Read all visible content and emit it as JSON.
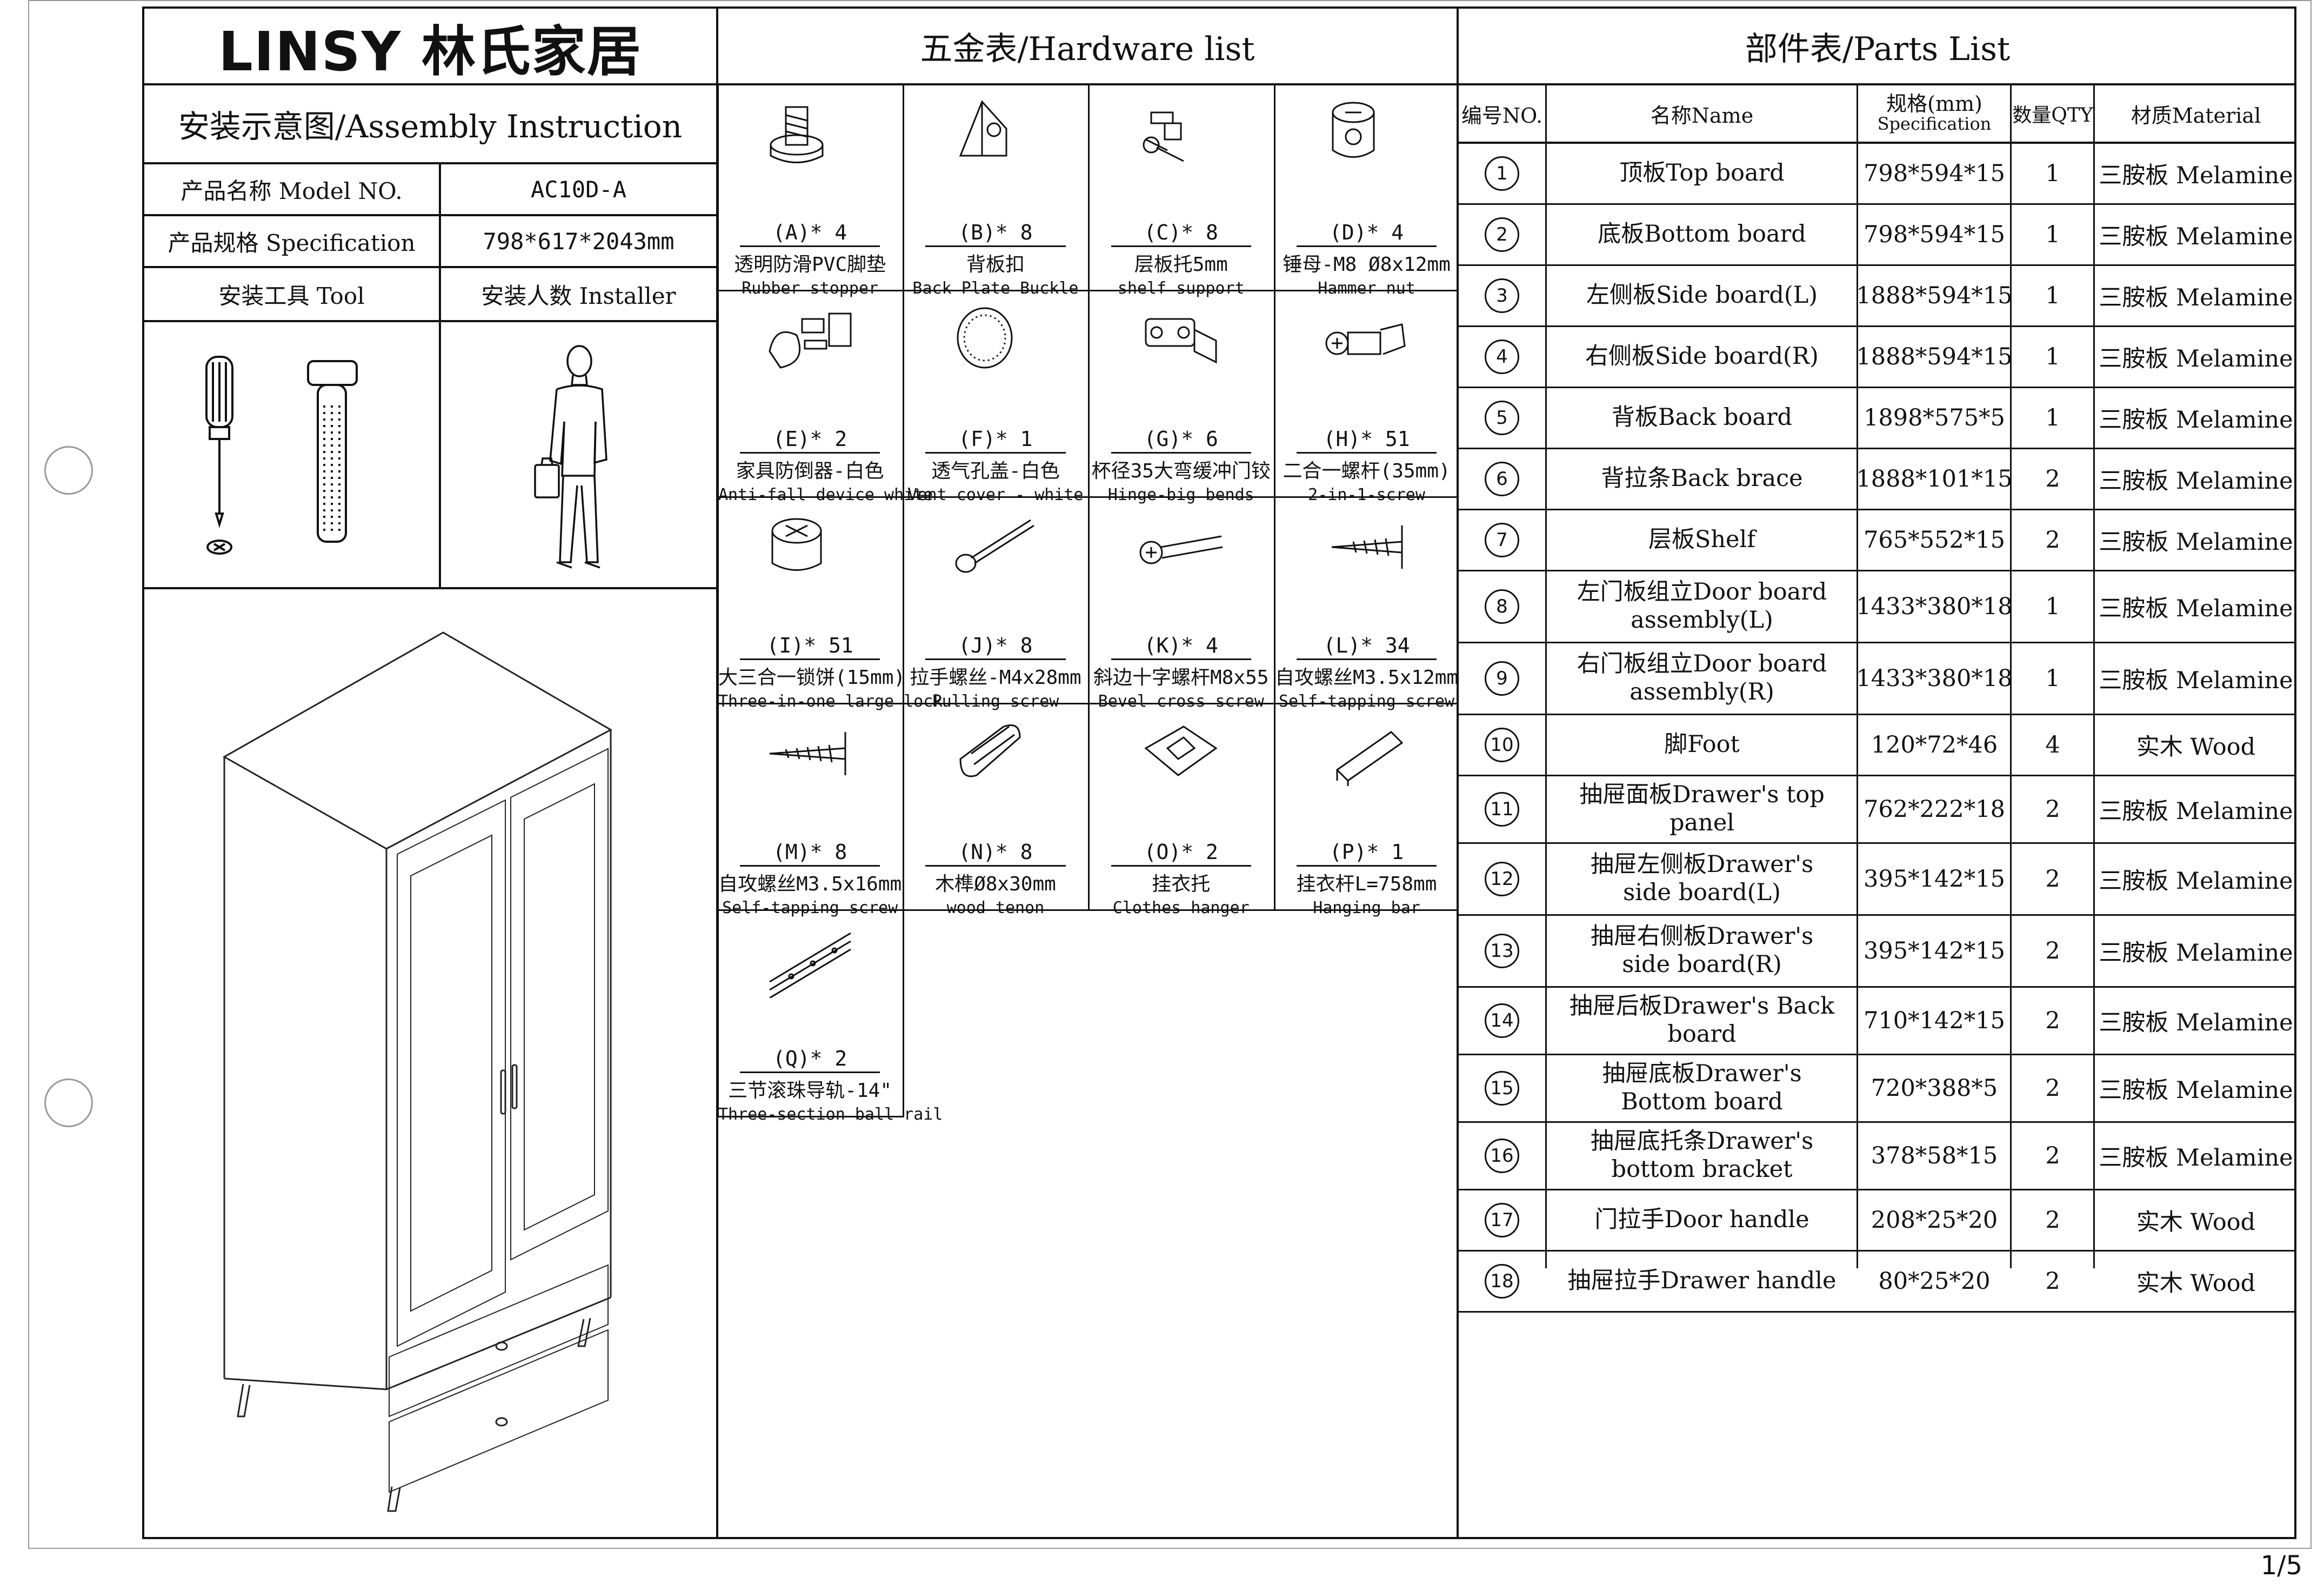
{
  "brand": {
    "logo_text": "LINSY 林氏家居"
  },
  "left": {
    "assembly_title": "安装示意图/Assembly Instruction",
    "model_label": "产品名称 Model NO.",
    "model_value": "AC10D-A",
    "spec_label": "产品规格 Specification",
    "spec_value": "798*617*2043mm",
    "tool_label": "安装工具 Tool",
    "installer_label": "安装人数 Installer"
  },
  "hardware": {
    "title": "五金表/Hardware list",
    "items": [
      {
        "code": "(A)* 4",
        "cn": "透明防滑PVC脚垫",
        "en": "Rubber stopper",
        "icon": "rubber-stopper-icon"
      },
      {
        "code": "(B)* 8",
        "cn": "背板扣",
        "en": "Back Plate Buckle",
        "icon": "back-plate-buckle-icon"
      },
      {
        "code": "(C)* 8",
        "cn": "层板托5mm",
        "en": "shelf support",
        "icon": "shelf-support-icon"
      },
      {
        "code": "(D)* 4",
        "cn": "锤母-M8 Ø8x12mm",
        "en": "Hammer nut",
        "icon": "hammer-nut-icon"
      },
      {
        "code": "(E)* 2",
        "cn": "家具防倒器-白色",
        "en": "Anti-fall device white",
        "icon": "anti-fall-device-icon"
      },
      {
        "code": "(F)* 1",
        "cn": "透气孔盖-白色",
        "en": "Vent cover - white",
        "icon": "vent-cover-icon"
      },
      {
        "code": "(G)* 6",
        "cn": "杯径35大弯缓冲门铰",
        "en": "Hinge-big bends",
        "icon": "hinge-icon"
      },
      {
        "code": "(H)* 51",
        "cn": "二合一螺杆(35mm)",
        "en": "2-in-1-screw",
        "icon": "two-in-one-screw-icon"
      },
      {
        "code": "(I)* 51",
        "cn": "大三合一锁饼(15mm)",
        "en": "Three-in-one large lock",
        "icon": "cam-lock-icon"
      },
      {
        "code": "(J)* 8",
        "cn": "拉手螺丝-M4x28mm",
        "en": "Pulling screw",
        "icon": "pulling-screw-icon"
      },
      {
        "code": "(K)* 4",
        "cn": "斜边十字螺杆M8x55",
        "en": "Bevel cross screw",
        "icon": "bevel-cross-screw-icon"
      },
      {
        "code": "(L)* 34",
        "cn": "自攻螺丝M3.5x12mm",
        "en": "Self-tapping screw",
        "icon": "self-tapping-screw-icon"
      },
      {
        "code": "(M)* 8",
        "cn": "自攻螺丝M3.5x16mm",
        "en": "Self-tapping screw",
        "icon": "self-tapping-screw-long-icon"
      },
      {
        "code": "(N)* 8",
        "cn": "木榫Ø8x30mm",
        "en": "wood tenon",
        "icon": "wood-dowel-icon"
      },
      {
        "code": "(O)* 2",
        "cn": "挂衣托",
        "en": "Clothes hanger",
        "icon": "clothes-hanger-bracket-icon"
      },
      {
        "code": "(P)* 1",
        "cn": "挂衣杆L=758mm",
        "en": "Hanging bar",
        "icon": "hanging-bar-icon"
      },
      {
        "code": "(Q)* 2",
        "cn": "三节滚珠导轨-14\"",
        "en": "Three-section ball rail",
        "icon": "ball-rail-icon"
      }
    ]
  },
  "parts": {
    "title": "部件表/Parts List",
    "headers": {
      "no": "编号NO.",
      "name": "名称Name",
      "spec_cn": "规格(mm)",
      "spec_en": "Specification",
      "qty": "数量QTY",
      "material": "材质Material"
    },
    "rows": [
      {
        "no": "1",
        "name": "顶板Top board",
        "spec": "798*594*15",
        "qty": "1",
        "material": "三胺板 Melamine"
      },
      {
        "no": "2",
        "name": "底板Bottom board",
        "spec": "798*594*15",
        "qty": "1",
        "material": "三胺板 Melamine"
      },
      {
        "no": "3",
        "name": "左侧板Side board(L)",
        "spec": "1888*594*15",
        "qty": "1",
        "material": "三胺板 Melamine"
      },
      {
        "no": "4",
        "name": "右侧板Side board(R)",
        "spec": "1888*594*15",
        "qty": "1",
        "material": "三胺板 Melamine"
      },
      {
        "no": "5",
        "name": "背板Back board",
        "spec": "1898*575*5",
        "qty": "1",
        "material": "三胺板 Melamine"
      },
      {
        "no": "6",
        "name": "背拉条Back brace",
        "spec": "1888*101*15",
        "qty": "2",
        "material": "三胺板 Melamine"
      },
      {
        "no": "7",
        "name": "层板Shelf",
        "spec": "765*552*15",
        "qty": "2",
        "material": "三胺板 Melamine"
      },
      {
        "no": "8",
        "name": "左门板组立Door board assembly(L)",
        "spec": "1433*380*18",
        "qty": "1",
        "material": "三胺板 Melamine"
      },
      {
        "no": "9",
        "name": "右门板组立Door board assembly(R)",
        "spec": "1433*380*18",
        "qty": "1",
        "material": "三胺板 Melamine"
      },
      {
        "no": "10",
        "name": "脚Foot",
        "spec": "120*72*46",
        "qty": "4",
        "material": "实木 Wood"
      },
      {
        "no": "11",
        "name": "抽屉面板Drawer's top panel",
        "spec": "762*222*18",
        "qty": "2",
        "material": "三胺板 Melamine"
      },
      {
        "no": "12",
        "name": "抽屉左侧板Drawer's side board(L)",
        "spec": "395*142*15",
        "qty": "2",
        "material": "三胺板 Melamine"
      },
      {
        "no": "13",
        "name": "抽屉右侧板Drawer's side board(R)",
        "spec": "395*142*15",
        "qty": "2",
        "material": "三胺板 Melamine"
      },
      {
        "no": "14",
        "name": "抽屉后板Drawer's Back board",
        "spec": "710*142*15",
        "qty": "2",
        "material": "三胺板 Melamine"
      },
      {
        "no": "15",
        "name": "抽屉底板Drawer's Bottom board",
        "spec": "720*388*5",
        "qty": "2",
        "material": "三胺板 Melamine"
      },
      {
        "no": "16",
        "name": "抽屉底托条Drawer's bottom bracket",
        "spec": "378*58*15",
        "qty": "2",
        "material": "三胺板 Melamine"
      },
      {
        "no": "17",
        "name": "门拉手Door handle",
        "spec": "208*25*20",
        "qty": "2",
        "material": "实木 Wood"
      },
      {
        "no": "18",
        "name": "抽屉拉手Drawer handle",
        "spec": "80*25*20",
        "qty": "2",
        "material": "实木 Wood"
      }
    ]
  },
  "footer": {
    "page": "1/5"
  }
}
